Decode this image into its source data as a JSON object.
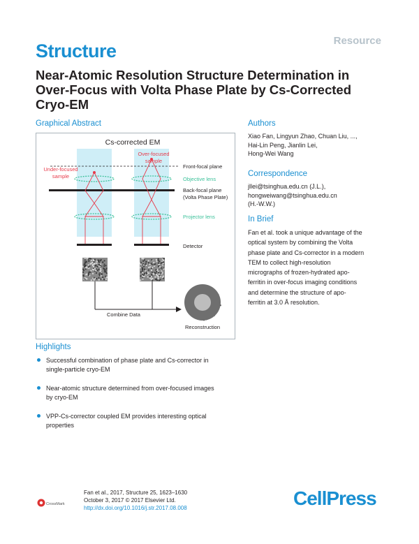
{
  "header": {
    "type_label": "Resource",
    "journal": "Structure"
  },
  "title": "Near-Atomic Resolution Structure Determination in Over-Focus with Volta Phase Plate by Cs-Corrected Cryo-EM",
  "graphical_abstract": {
    "heading": "Graphical Abstract",
    "top_label": "Cs-corrected EM",
    "over_focused": "Over-focused\nsample",
    "under_focused": "Under-focused\nsample",
    "front_focal": "Front-focal plane",
    "objective": "Objective lens",
    "back_focal": "Back-focal plane\n(Volta Phase Plate)",
    "projector": "Projector lens",
    "detector": "Detector",
    "combine": "Combine Data",
    "reconstruction": "Reconstruction"
  },
  "authors": {
    "heading": "Authors",
    "lines": [
      "Xiao Fan, Lingyun Zhao, Chuan Liu, ...,",
      "Hai-Lin Peng, Jianlin Lei,",
      "Hong-Wei Wang"
    ]
  },
  "correspondence": {
    "heading": "Correspondence",
    "lines": [
      "jllei@tsinghua.edu.cn (J.L.),",
      "hongweiwang@tsinghua.edu.cn",
      "(H.-W.W.)"
    ]
  },
  "in_brief": {
    "heading": "In Brief",
    "lines": [
      "Fan et al. took a unique advantage of the",
      "optical system by combining the Volta",
      "phase plate and Cs-corrector in a modern",
      "TEM to collect high-resolution",
      "micrographs of frozen-hydrated apo-",
      "ferritin in over-focus imaging conditions",
      "and determine the structure of apo-",
      "ferritin at 3.0 Å resolution."
    ]
  },
  "highlights": {
    "heading": "Highlights",
    "items": [
      [
        "Successful combination of phase plate and Cs-corrector in",
        "single-particle cryo-EM"
      ],
      [
        "Near-atomic structure determined from over-focused images",
        "by cryo-EM"
      ],
      [
        "VPP-Cs-corrector coupled EM provides interesting optical",
        "properties"
      ]
    ]
  },
  "citation": {
    "line1": "Fan et al., 2017, Structure 25, 1623–1630",
    "line2": "October 3, 2017 © 2017 Elsevier Ltd.",
    "doi": "http://dx.doi.org/10.1016/j.str.2017.08.008"
  },
  "crossmark": "CrossMark",
  "publisher": {
    "part1": "Cell",
    "part2": "Press"
  },
  "colors": {
    "accent": "#1a8fd1",
    "ray": "#e83a4a",
    "lens": "#3cc19a",
    "column": "#bfe6f2"
  }
}
